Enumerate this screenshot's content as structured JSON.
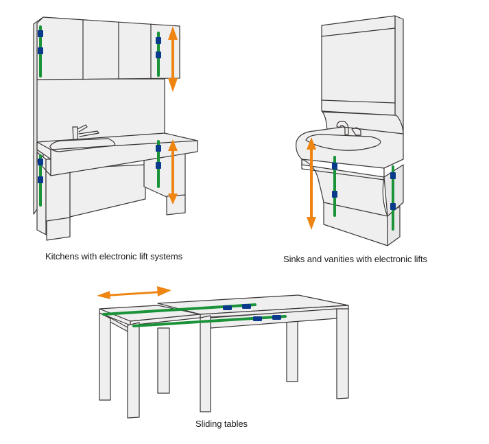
{
  "figure": {
    "panels": [
      {
        "id": "kitchen",
        "caption": "Kitchens with electronic lift systems",
        "motion": "vertical"
      },
      {
        "id": "sink",
        "caption": "Sinks and vanities with electronic lifts",
        "motion": "vertical"
      },
      {
        "id": "table",
        "caption": "Sliding tables",
        "motion": "horizontal"
      }
    ]
  },
  "colors": {
    "lift_rail": "#1a9339",
    "motor_block": "#0a3a8c",
    "motion_arrow": "#ee8411",
    "furniture_fill": "#eeefee",
    "outline": "#3a3535"
  },
  "legend_icons": {
    "rail": "lift-rail-icon",
    "motor": "motor-block-icon",
    "arrow": "motion-arrow-icon"
  }
}
